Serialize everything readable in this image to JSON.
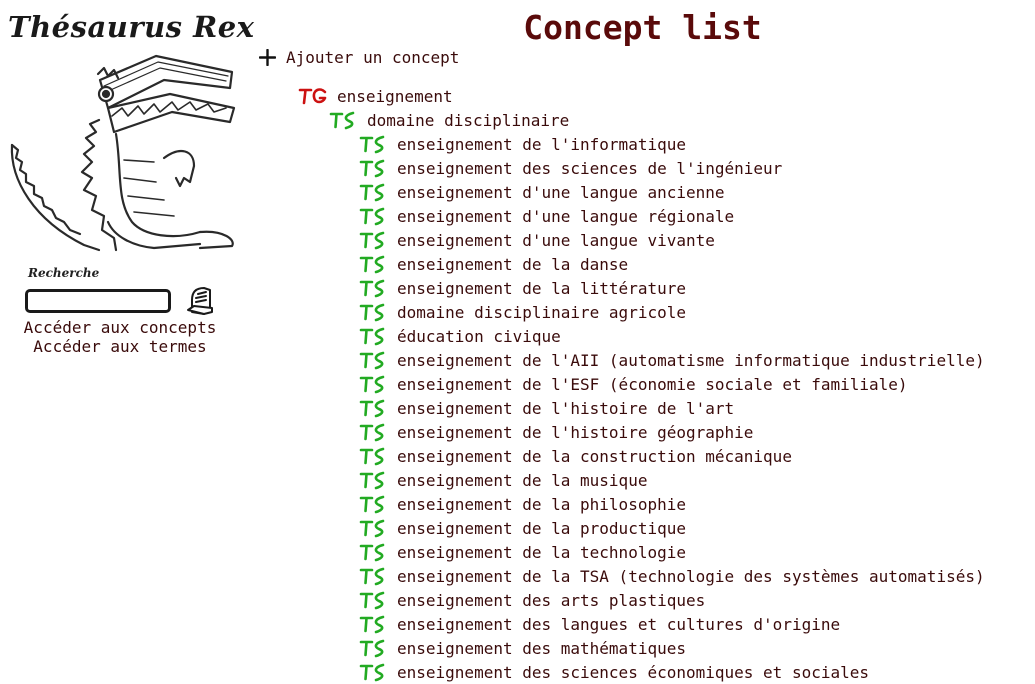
{
  "app": {
    "logo_title": "Thésaurus Rex"
  },
  "sidebar": {
    "search_label": "Recherche",
    "search_value": "",
    "link_concepts": "Accéder aux concepts",
    "link_terms": "Accéder aux termes"
  },
  "main": {
    "title": "Concept list",
    "add_label": "Ajouter un concept",
    "broader": {
      "badge": "TG",
      "label": "enseignement"
    },
    "narrower_1": {
      "badge": "TS",
      "label": "domaine disciplinaire"
    },
    "narrower_2": [
      {
        "badge": "TS",
        "label": "enseignement de l'informatique"
      },
      {
        "badge": "TS",
        "label": "enseignement des sciences de l'ingénieur"
      },
      {
        "badge": "TS",
        "label": "enseignement d'une langue ancienne"
      },
      {
        "badge": "TS",
        "label": "enseignement d'une langue régionale"
      },
      {
        "badge": "TS",
        "label": "enseignement d'une langue vivante"
      },
      {
        "badge": "TS",
        "label": "enseignement de la danse"
      },
      {
        "badge": "TS",
        "label": "enseignement de la littérature"
      },
      {
        "badge": "TS",
        "label": "domaine disciplinaire agricole"
      },
      {
        "badge": "TS",
        "label": "éducation civique"
      },
      {
        "badge": "TS",
        "label": "enseignement de l'AII (automatisme informatique industrielle)"
      },
      {
        "badge": "TS",
        "label": "enseignement de l'ESF (économie sociale et familiale)"
      },
      {
        "badge": "TS",
        "label": "enseignement de l'histoire de l'art"
      },
      {
        "badge": "TS",
        "label": "enseignement de l'histoire géographie"
      },
      {
        "badge": "TS",
        "label": "enseignement de la construction mécanique"
      },
      {
        "badge": "TS",
        "label": "enseignement de la musique"
      },
      {
        "badge": "TS",
        "label": "enseignement de la philosophie"
      },
      {
        "badge": "TS",
        "label": "enseignement de la productique"
      },
      {
        "badge": "TS",
        "label": "enseignement de la technologie"
      },
      {
        "badge": "TS",
        "label": "enseignement de la TSA (technologie des systèmes automatisés)"
      },
      {
        "badge": "TS",
        "label": "enseignement des arts plastiques"
      },
      {
        "badge": "TS",
        "label": "enseignement des langues et cultures d'origine"
      },
      {
        "badge": "TS",
        "label": "enseignement des mathématiques"
      },
      {
        "badge": "TS",
        "label": "enseignement des sciences économiques et sociales"
      }
    ]
  },
  "colors": {
    "text": "#3a0b0b",
    "title": "#5a0a0a",
    "badge_tg": "#cc1111",
    "badge_ts": "#22aa22"
  },
  "icons": {
    "add": "plus-icon",
    "search": "search-glyph-icon",
    "tg": "broader-term-badge-icon",
    "ts": "narrower-term-badge-icon",
    "mascot": "dinosaur-mascot-logo"
  }
}
